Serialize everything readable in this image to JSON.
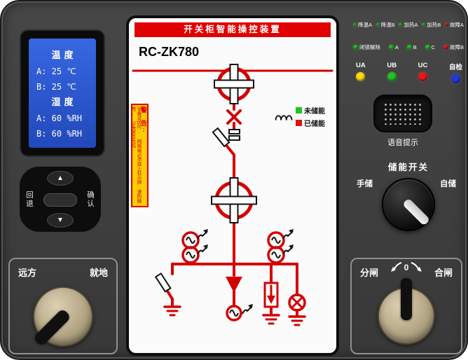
{
  "panel": {
    "title": "开关柜智能操控装置",
    "model": "RC-ZK780",
    "legend": {
      "not_charged_label": "未储能",
      "not_charged_color": "#1fc41f",
      "charged_label": "已储能",
      "charged_color": "#e01010"
    },
    "warning": {
      "title": "警 告:",
      "line1": "设备试验时, 网络端必须挂上标示牌",
      "line2": "谨防触电, 以免发生危险"
    },
    "diagram_color": "#d40000"
  },
  "lcd": {
    "temp_header": "温度",
    "temp_a": "A: 25 ℃",
    "temp_b": "B: 25 ℃",
    "hum_header": "湿度",
    "hum_a": "A: 60 %RH",
    "hum_b": "B: 60 %RH"
  },
  "nav": {
    "up": "▲",
    "down": "▼",
    "back": "回退",
    "confirm": "确认"
  },
  "indicators": {
    "row1": [
      {
        "label": "降温A",
        "color": "#1fc41f"
      },
      {
        "label": "降温B",
        "color": "#1fc41f"
      },
      {
        "label": "加热A",
        "color": "#1fc41f"
      },
      {
        "label": "加热B",
        "color": "#1fc41f"
      },
      {
        "label": "故障A",
        "color": "#e81717"
      }
    ],
    "row2": [
      {
        "label": "闭锁解除",
        "color": "#1fc41f"
      },
      {
        "label": "A",
        "color": "#1fc41f"
      },
      {
        "label": "B",
        "color": "#1fc41f"
      },
      {
        "label": "C",
        "color": "#1fc41f"
      },
      {
        "label": "故障B",
        "color": "#e81717"
      }
    ],
    "row3": [
      {
        "label": "UA",
        "color": "#ffd900"
      },
      {
        "label": "UB",
        "color": "#1fc41f"
      },
      {
        "label": "UC",
        "color": "#e81717"
      },
      {
        "label": "自检",
        "color": "#2038e0"
      }
    ]
  },
  "speaker": {
    "label": "语音提示"
  },
  "storage_switch": {
    "title": "储能开关",
    "left": "手储",
    "right": "自储"
  },
  "remote_switch": {
    "left": "远方",
    "right": "就地"
  },
  "open_close_switch": {
    "left": "分闸",
    "right": "合闸",
    "zero": "0"
  }
}
